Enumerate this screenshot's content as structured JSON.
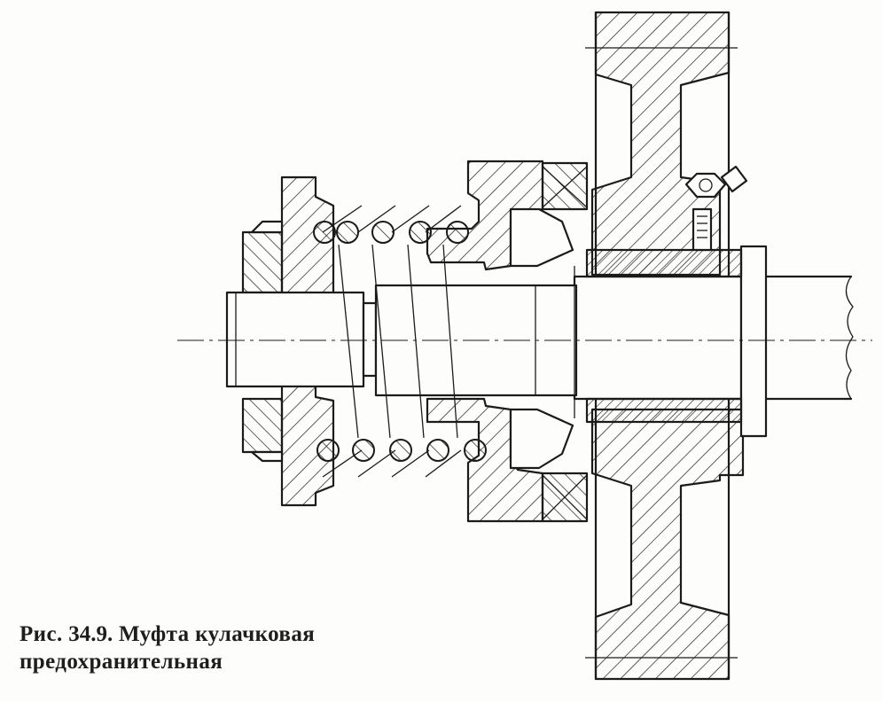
{
  "caption": {
    "line1_prefix": "Рис.",
    "figure_number": "34.9.",
    "line1_text": "Муфта кулачковая",
    "line2": "предохранительная"
  },
  "colors": {
    "ink": "#1b1b1b",
    "paper": "#fdfdfb"
  },
  "icons": {
    "grease-nipple": "grease-nipple-icon",
    "spring": "coil-spring-icon",
    "centerline": "centerline-icon"
  }
}
